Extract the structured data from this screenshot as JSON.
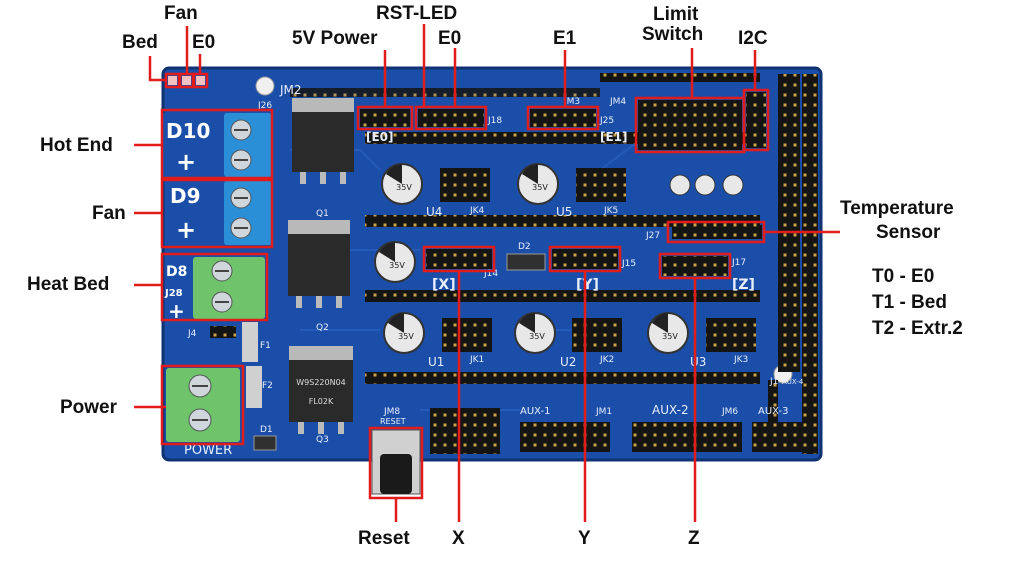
{
  "top_labels": {
    "fan": "Fan",
    "bed": "Bed",
    "e0_small": "E0",
    "rst_led": "RST-LED",
    "power_5v": "5V Power",
    "e0": "E0",
    "e1": "E1",
    "limit_switch_1": "Limit",
    "limit_switch_2": "Switch",
    "i2c": "I2C"
  },
  "left_labels": {
    "hot_end": "Hot End",
    "fan": "Fan",
    "heat_bed": "Heat Bed",
    "power": "Power"
  },
  "right_labels": {
    "temperature_1": "Temperature",
    "temperature_2": "Sensor",
    "t0": "T0 - E0",
    "t1": "T1 - Bed",
    "t2": "T2 - Extr.2"
  },
  "bottom_labels": {
    "reset": "Reset",
    "x": "X",
    "y": "Y",
    "z": "Z"
  },
  "board_text": {
    "d10": "D10",
    "d9": "D9",
    "d8": "D8",
    "j28": "J28",
    "plus": "+",
    "power_silk": "POWER",
    "jm2": "JM2",
    "jm4": "JM4",
    "jm3": "JM3",
    "j18": "J18",
    "j25": "J25",
    "j27": "J27",
    "j15": "J15",
    "j17": "J17",
    "j14": "J14",
    "j26": "J26",
    "x_axis": "[X]",
    "y_axis": "[Y]",
    "z_axis": "[Z]",
    "e0_silk": "[E0]",
    "e1_silk": "[E1]",
    "u1": "U1",
    "u2": "U2",
    "u3": "U3",
    "u4": "U4",
    "u5": "U5",
    "jk1": "JK1",
    "jk2": "JK2",
    "jk3": "JK3",
    "jk4": "JK4",
    "jk5": "JK5",
    "aux1": "AUX-1",
    "aux2": "AUX-2",
    "aux3": "AUX-3",
    "jm1": "JM1",
    "jm6": "JM6",
    "jm8": "JM8",
    "reset_silk": "RESET",
    "mosfet_1": "W9S220N04",
    "mosfet_2": "FL02K",
    "cap_text": "35V",
    "d1": "D1",
    "d2": "D2",
    "q1": "Q1",
    "q2": "Q2",
    "q3": "Q3",
    "f1": "F1",
    "f2": "F2",
    "j1": "J1",
    "j4": "J4",
    "aux4": "AUX-4"
  },
  "colors": {
    "board": "#1b4ea8",
    "board_dark": "#133a80",
    "annotation": "#e21b1b",
    "terminal_blue": "#2a8fd6",
    "terminal_green": "#6fc36a",
    "header_black": "#161616"
  }
}
